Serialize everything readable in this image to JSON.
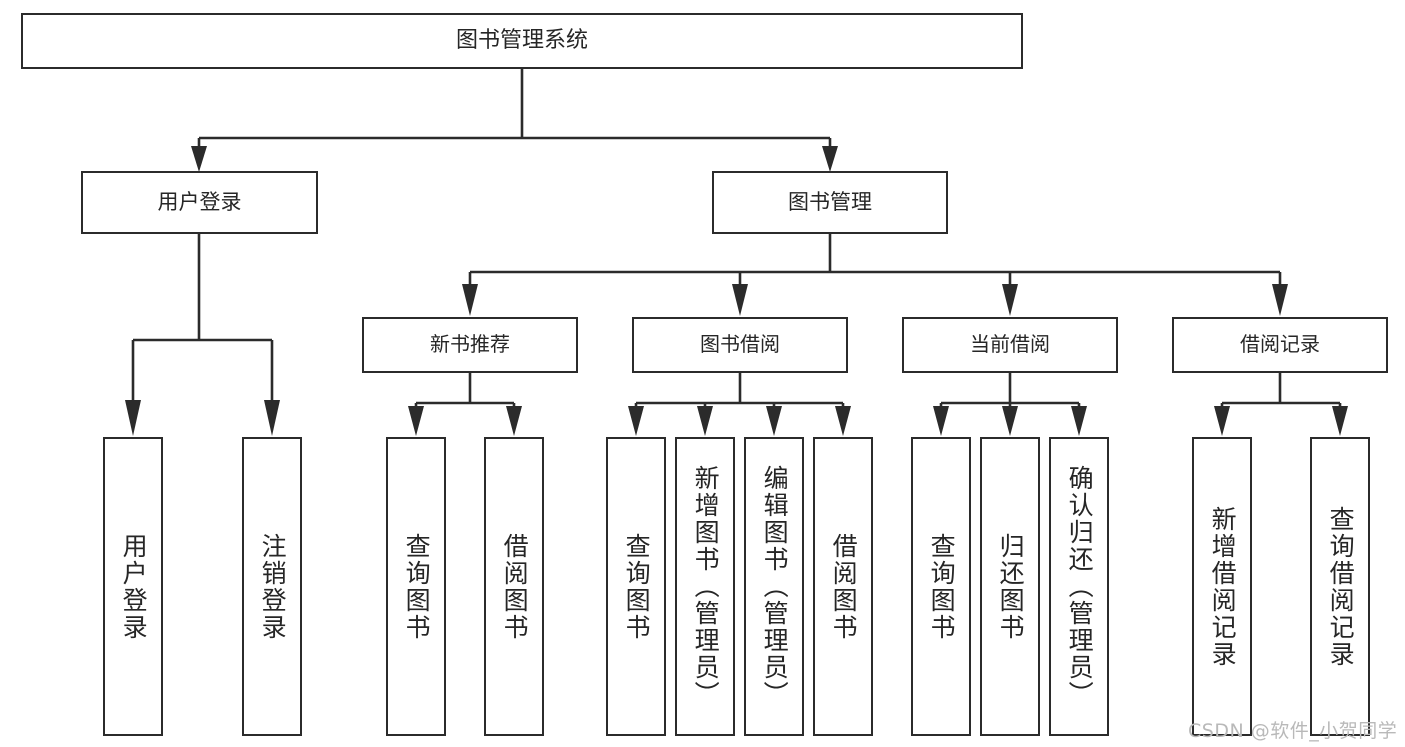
{
  "diagram": {
    "title": "图书管理系统",
    "type": "tree",
    "watermark": "CSDN @软件_小贺同学",
    "colors": {
      "stroke": "#2b2b2b",
      "box_fill": "#ffffff",
      "text": "#262626",
      "watermark": "#b9b9b9",
      "background": "#ffffff"
    },
    "root": {
      "label": "图书管理系统"
    },
    "level1": [
      {
        "label": "用户登录"
      },
      {
        "label": "图书管理"
      }
    ],
    "level2": [
      {
        "label": "新书推荐"
      },
      {
        "label": "图书借阅"
      },
      {
        "label": "当前借阅"
      },
      {
        "label": "借阅记录"
      }
    ],
    "leaves": {
      "user_login": [
        {
          "label": "用户登录"
        },
        {
          "label": "注销登录"
        }
      ],
      "new_book": [
        {
          "label": "查询图书"
        },
        {
          "label": "借阅图书"
        }
      ],
      "book_borrow": [
        {
          "label": "查询图书"
        },
        {
          "label": "新增图书（管理员）"
        },
        {
          "label": "编辑图书（管理员）"
        },
        {
          "label": "借阅图书"
        }
      ],
      "current_borrow": [
        {
          "label": "查询图书"
        },
        {
          "label": "归还图书"
        },
        {
          "label": "确认归还（管理员）"
        }
      ],
      "borrow_record": [
        {
          "label": "新增借阅记录"
        },
        {
          "label": "查询借阅记录"
        }
      ]
    }
  }
}
